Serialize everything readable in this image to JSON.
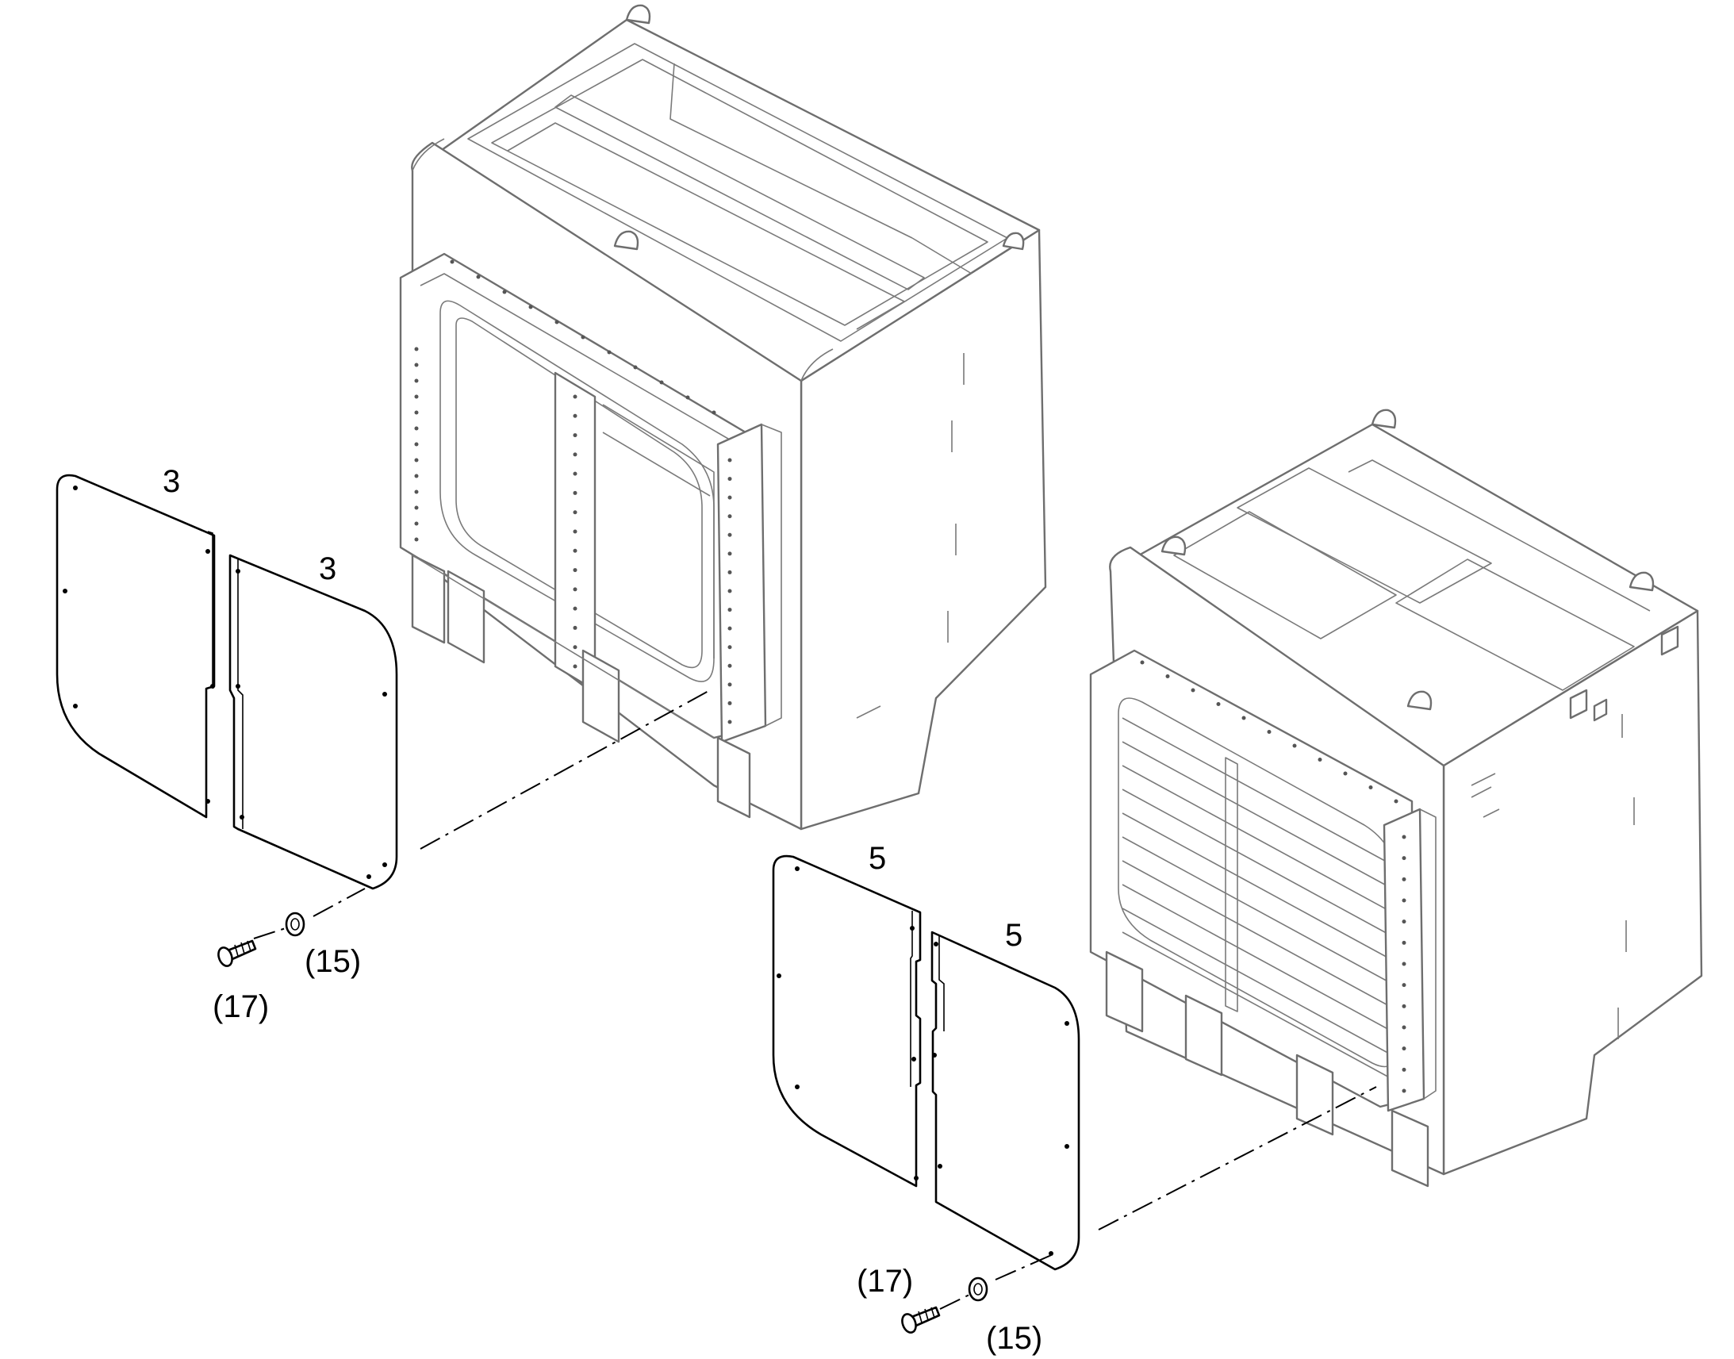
{
  "callouts": {
    "upper_panel_left": "3",
    "upper_panel_right": "3",
    "upper_bolt": "(17)",
    "upper_washer": "(15)",
    "lower_panel_left": "5",
    "lower_panel_right": "5",
    "lower_bolt": "(17)",
    "lower_washer": "(15)"
  },
  "colors": {
    "assembly_lines": "#6e6e6e",
    "part_lines": "#000000",
    "background": "#ffffff"
  }
}
